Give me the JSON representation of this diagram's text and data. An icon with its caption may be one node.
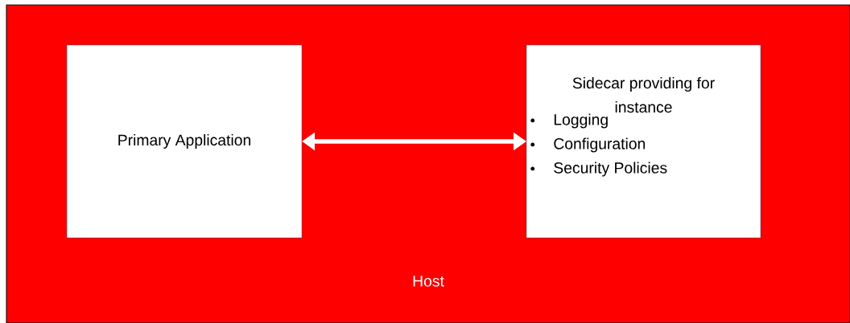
{
  "diagram": {
    "nodes": [
      {
        "text": [
          "Host"
        ]
      },
      {
        "text": [
          "Primary Application"
        ],
        "in": 0
      },
      {
        "text": [
          "Sidecar providing for instance",
          "Logging",
          "Configuration",
          "Security Policies"
        ],
        "in": 0
      }
    ],
    "edges": [
      {
        "from": 1,
        "to": 2,
        "arrow": "both"
      }
    ]
  }
}
